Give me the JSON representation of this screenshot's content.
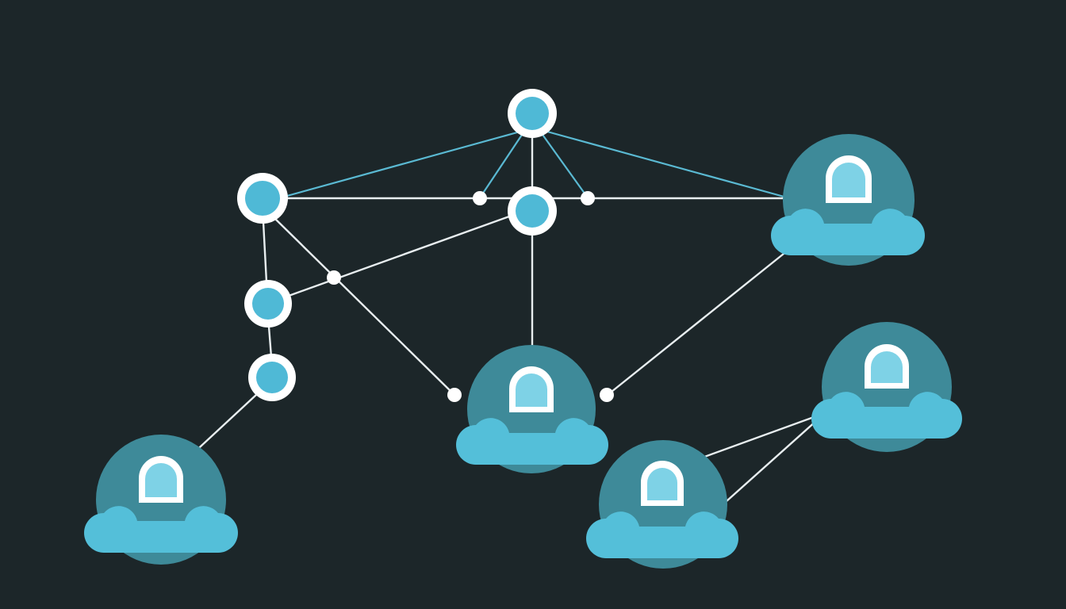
{
  "diagram": {
    "colors": {
      "background": "#1c2629",
      "edge_white": "#e8eef0",
      "edge_blue": "#5ab9d2",
      "hub_core": "#4fb9d6",
      "dome": "#3e8a99",
      "cloud": "#54bfd9",
      "lock_body": "#7ed2e6"
    },
    "hub_nodes": [
      "hub-top",
      "hub-left",
      "hub-center",
      "hub-mid-left",
      "hub-lower-left"
    ],
    "junction_nodes": [
      "junction-left",
      "junction-right",
      "junction-mid",
      "junction-center-left",
      "junction-center-right"
    ],
    "cloud_nodes": [
      {
        "id": "cloud-top-right",
        "icon": "lock-icon"
      },
      {
        "id": "cloud-center",
        "icon": "lock-icon"
      },
      {
        "id": "cloud-bottom-left",
        "icon": "lock-icon"
      },
      {
        "id": "cloud-bottom-right",
        "icon": "lock-icon"
      },
      {
        "id": "cloud-right",
        "icon": "lock-icon"
      }
    ],
    "edges": [
      {
        "from": "hub-left",
        "to": "hub-top",
        "style": "blue"
      },
      {
        "from": "hub-top",
        "to": "junction-left",
        "style": "blue"
      },
      {
        "from": "hub-top",
        "to": "junction-right",
        "style": "blue"
      },
      {
        "from": "hub-top",
        "to": "cloud-top-right",
        "style": "blue"
      },
      {
        "from": "hub-top",
        "to": "hub-center",
        "style": "white"
      },
      {
        "from": "hub-left",
        "to": "cloud-top-right",
        "style": "white"
      },
      {
        "from": "hub-left",
        "to": "hub-mid-left",
        "style": "white"
      },
      {
        "from": "hub-left",
        "to": "junction-center-left",
        "style": "white"
      },
      {
        "from": "hub-mid-left",
        "to": "hub-center",
        "style": "white"
      },
      {
        "from": "hub-mid-left",
        "to": "hub-lower-left",
        "style": "white"
      },
      {
        "from": "hub-lower-left",
        "to": "cloud-bottom-left",
        "style": "white"
      },
      {
        "from": "hub-center",
        "to": "cloud-center",
        "style": "white"
      },
      {
        "from": "cloud-top-right",
        "to": "junction-center-right",
        "style": "white"
      },
      {
        "from": "cloud-bottom-right",
        "to": "cloud-right",
        "style": "white"
      }
    ]
  }
}
